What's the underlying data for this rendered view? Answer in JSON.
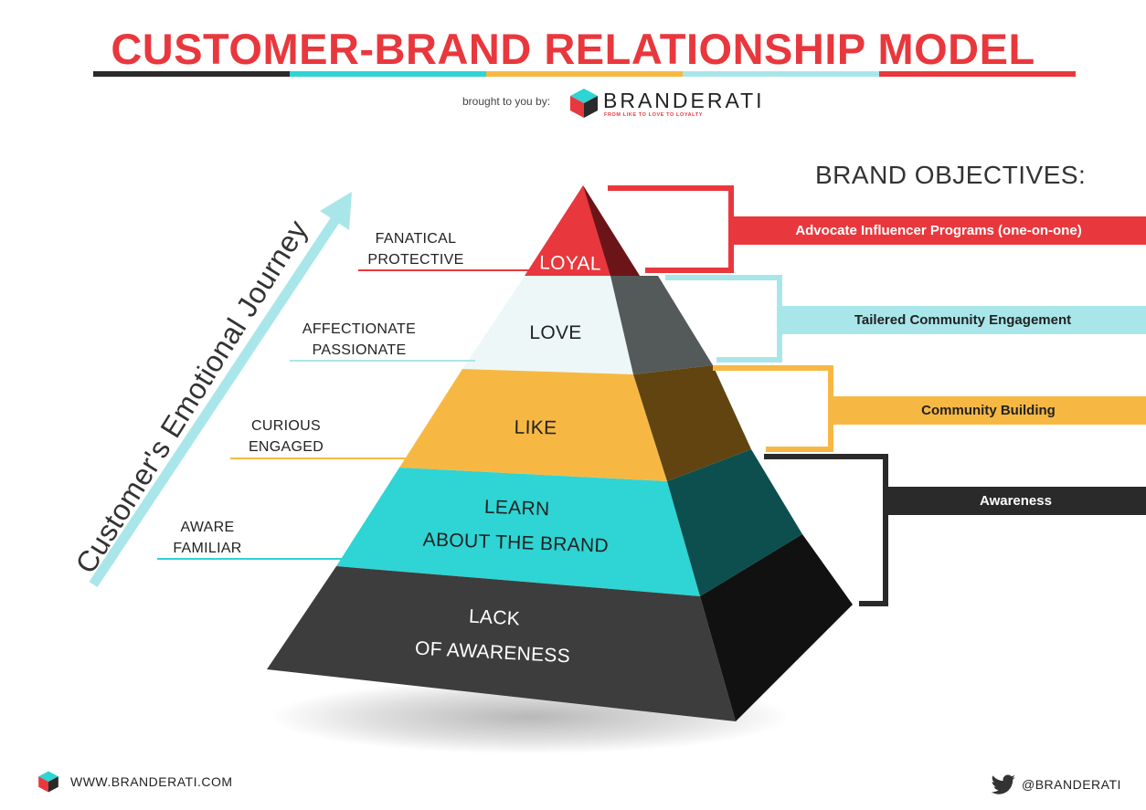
{
  "title": "CUSTOMER-BRAND RELATIONSHIP MODEL",
  "brought_by": "brought to you by:",
  "logo": {
    "word": "BRANDERATI",
    "tagline": "FROM LIKE TO LOVE TO LOYALTY",
    "icon": "cube-logo-icon"
  },
  "objectives_heading": "BRAND OBJECTIVES:",
  "journey_label": "Customer's Emotional Journey",
  "colors": {
    "red": "#e8383d",
    "teal": "#2fd4d4",
    "light_teal": "#a9e6ea",
    "yellow": "#f7b843",
    "dark": "#2a2a2a",
    "gray": "#3d3d3d"
  },
  "tiers": [
    {
      "label": "LOYAL",
      "emotions": [
        "FANATICAL",
        "PROTECTIVE"
      ],
      "objective": "Advocate Influencer Programs  (one-on-one)"
    },
    {
      "label": "LOVE",
      "emotions": [
        "AFFECTIONATE",
        "PASSIONATE"
      ],
      "objective": "Tailered Community Engagement"
    },
    {
      "label": "LIKE",
      "emotions": [
        "CURIOUS",
        "ENGAGED"
      ],
      "objective": "Community Building"
    },
    {
      "label_lines": [
        "LEARN",
        "ABOUT THE BRAND"
      ],
      "emotions": [
        "AWARE",
        "FAMILIAR"
      ],
      "objective": "Awareness"
    },
    {
      "label_lines": [
        "LACK",
        "OF AWARENESS"
      ]
    }
  ],
  "footer": {
    "url": "WWW.BRANDERATI.COM",
    "handle": "@BRANDERATI",
    "twitter_icon": "twitter-bird-icon"
  }
}
